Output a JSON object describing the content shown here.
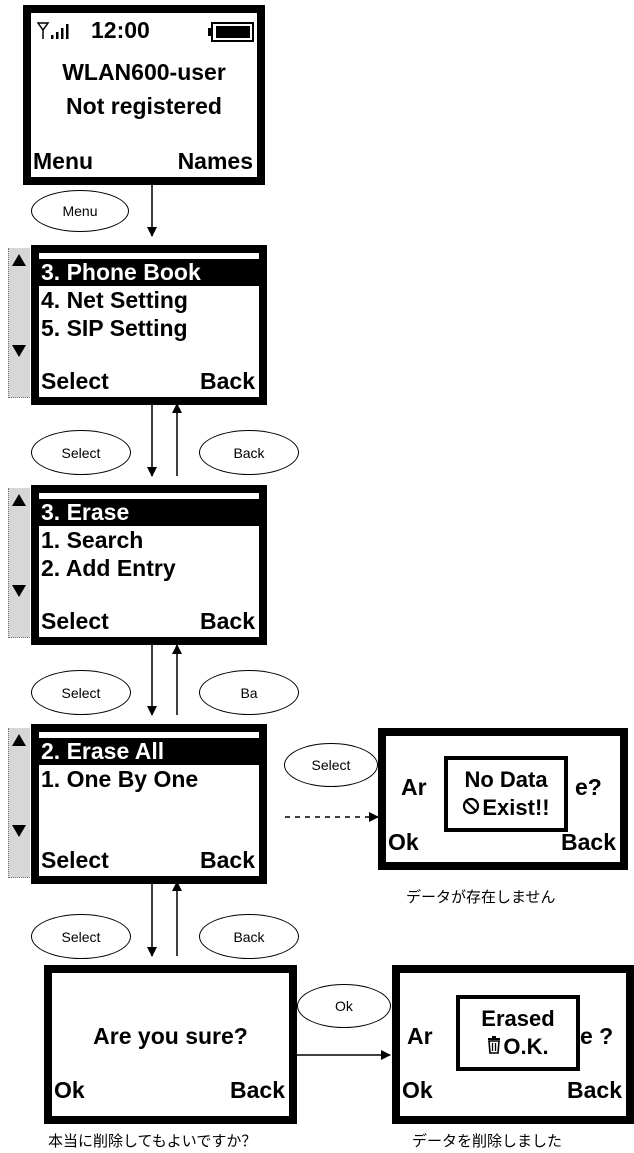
{
  "idle": {
    "status_time": "12:00",
    "user": "WLAN600-user",
    "status": "Not registered",
    "soft_left": "Menu",
    "soft_right": "Names",
    "icons": [
      "antenna-signal-icon",
      "battery-icon"
    ]
  },
  "menu_main": {
    "items": [
      "3. Phone Book",
      "4. Net Setting",
      "5. SIP Setting"
    ],
    "soft_left": "Select",
    "soft_right": "Back"
  },
  "menu_phonebook": {
    "items": [
      "3. Erase",
      "1. Search",
      "2. Add Entry"
    ],
    "soft_left": "Select",
    "soft_right": "Back"
  },
  "menu_erase": {
    "items": [
      "2. Erase All",
      "1. One By One"
    ],
    "soft_left": "Select",
    "soft_right": "Back"
  },
  "confirm": {
    "question": "Are you sure?",
    "soft_left": "Ok",
    "soft_right": "Back",
    "caption": "本当に削除してもよいですか？"
  },
  "nodata": {
    "bg_left": "Ar",
    "bg_right": "e?",
    "soft_left": "Ok",
    "soft_right": "Back",
    "popup_line1": "No Data",
    "popup_line2": "Exist!!",
    "caption": "データが存在しません"
  },
  "erased": {
    "bg_left": "Ar",
    "bg_right": "e ?",
    "soft_left": "Ok",
    "soft_right": "Back",
    "popup_line1": "Erased",
    "popup_line2": "O.K.",
    "caption": "データを削除しました"
  },
  "keys": {
    "menu": "Menu",
    "select1": "Select",
    "back1": "Back",
    "select2": "Select",
    "back2": "Ba",
    "select3": "Select",
    "back3": "Back",
    "select_side": "Select",
    "ok": "Ok"
  }
}
